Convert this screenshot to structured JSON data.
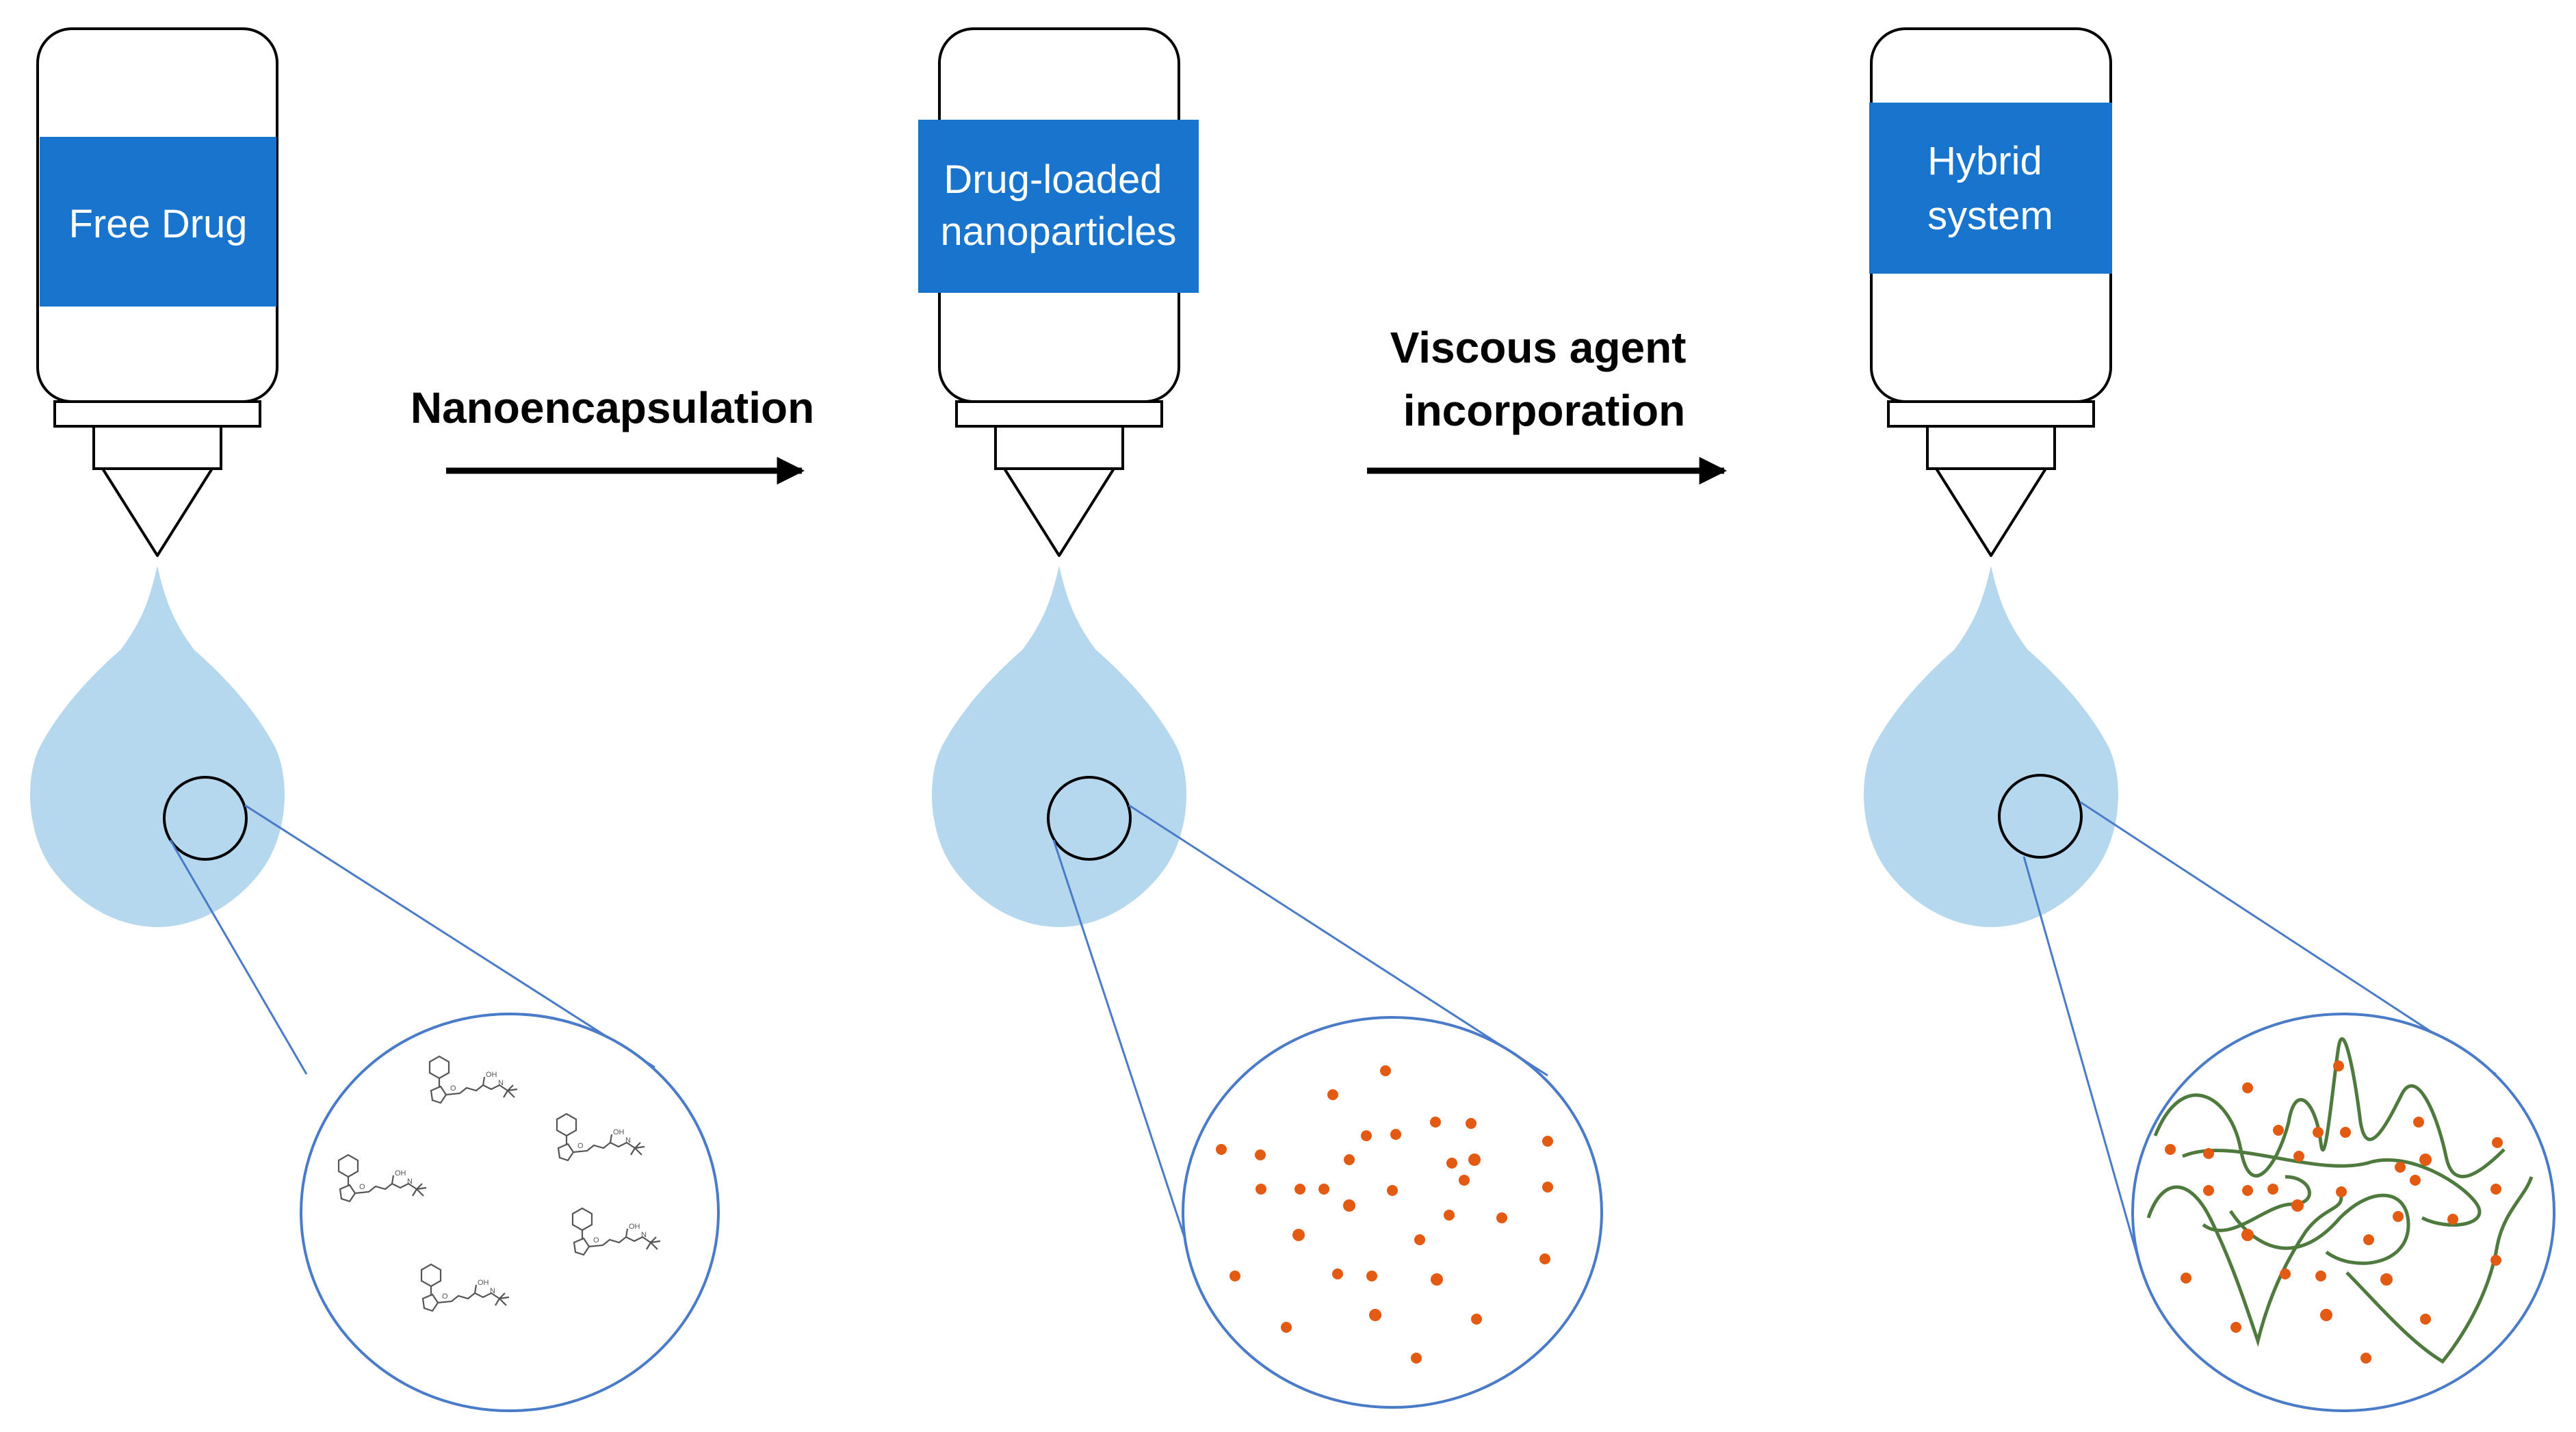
{
  "stages": [
    {
      "label_lines": [
        "Free Drug"
      ],
      "content": "drug-molecules"
    },
    {
      "label_lines": [
        "Drug-loaded",
        "nanoparticles"
      ],
      "content": "nanoparticles"
    },
    {
      "label_lines": [
        "Hybrid",
        "system"
      ],
      "content": "nanoparticles-in-polymer-network"
    }
  ],
  "steps": [
    {
      "label_lines": [
        "Nanoencapsulation"
      ]
    },
    {
      "label_lines": [
        "Viscous agent",
        "incorporation"
      ]
    }
  ],
  "colors": {
    "label_fill": "#1874CD",
    "label_text": "#ffffff",
    "drop": "#B5D8EF",
    "zoom_line": "#4A7BC9",
    "particle": "#E35A12",
    "polymer": "#4E7A3E",
    "outline": "#000000",
    "molecule": "#555555"
  }
}
